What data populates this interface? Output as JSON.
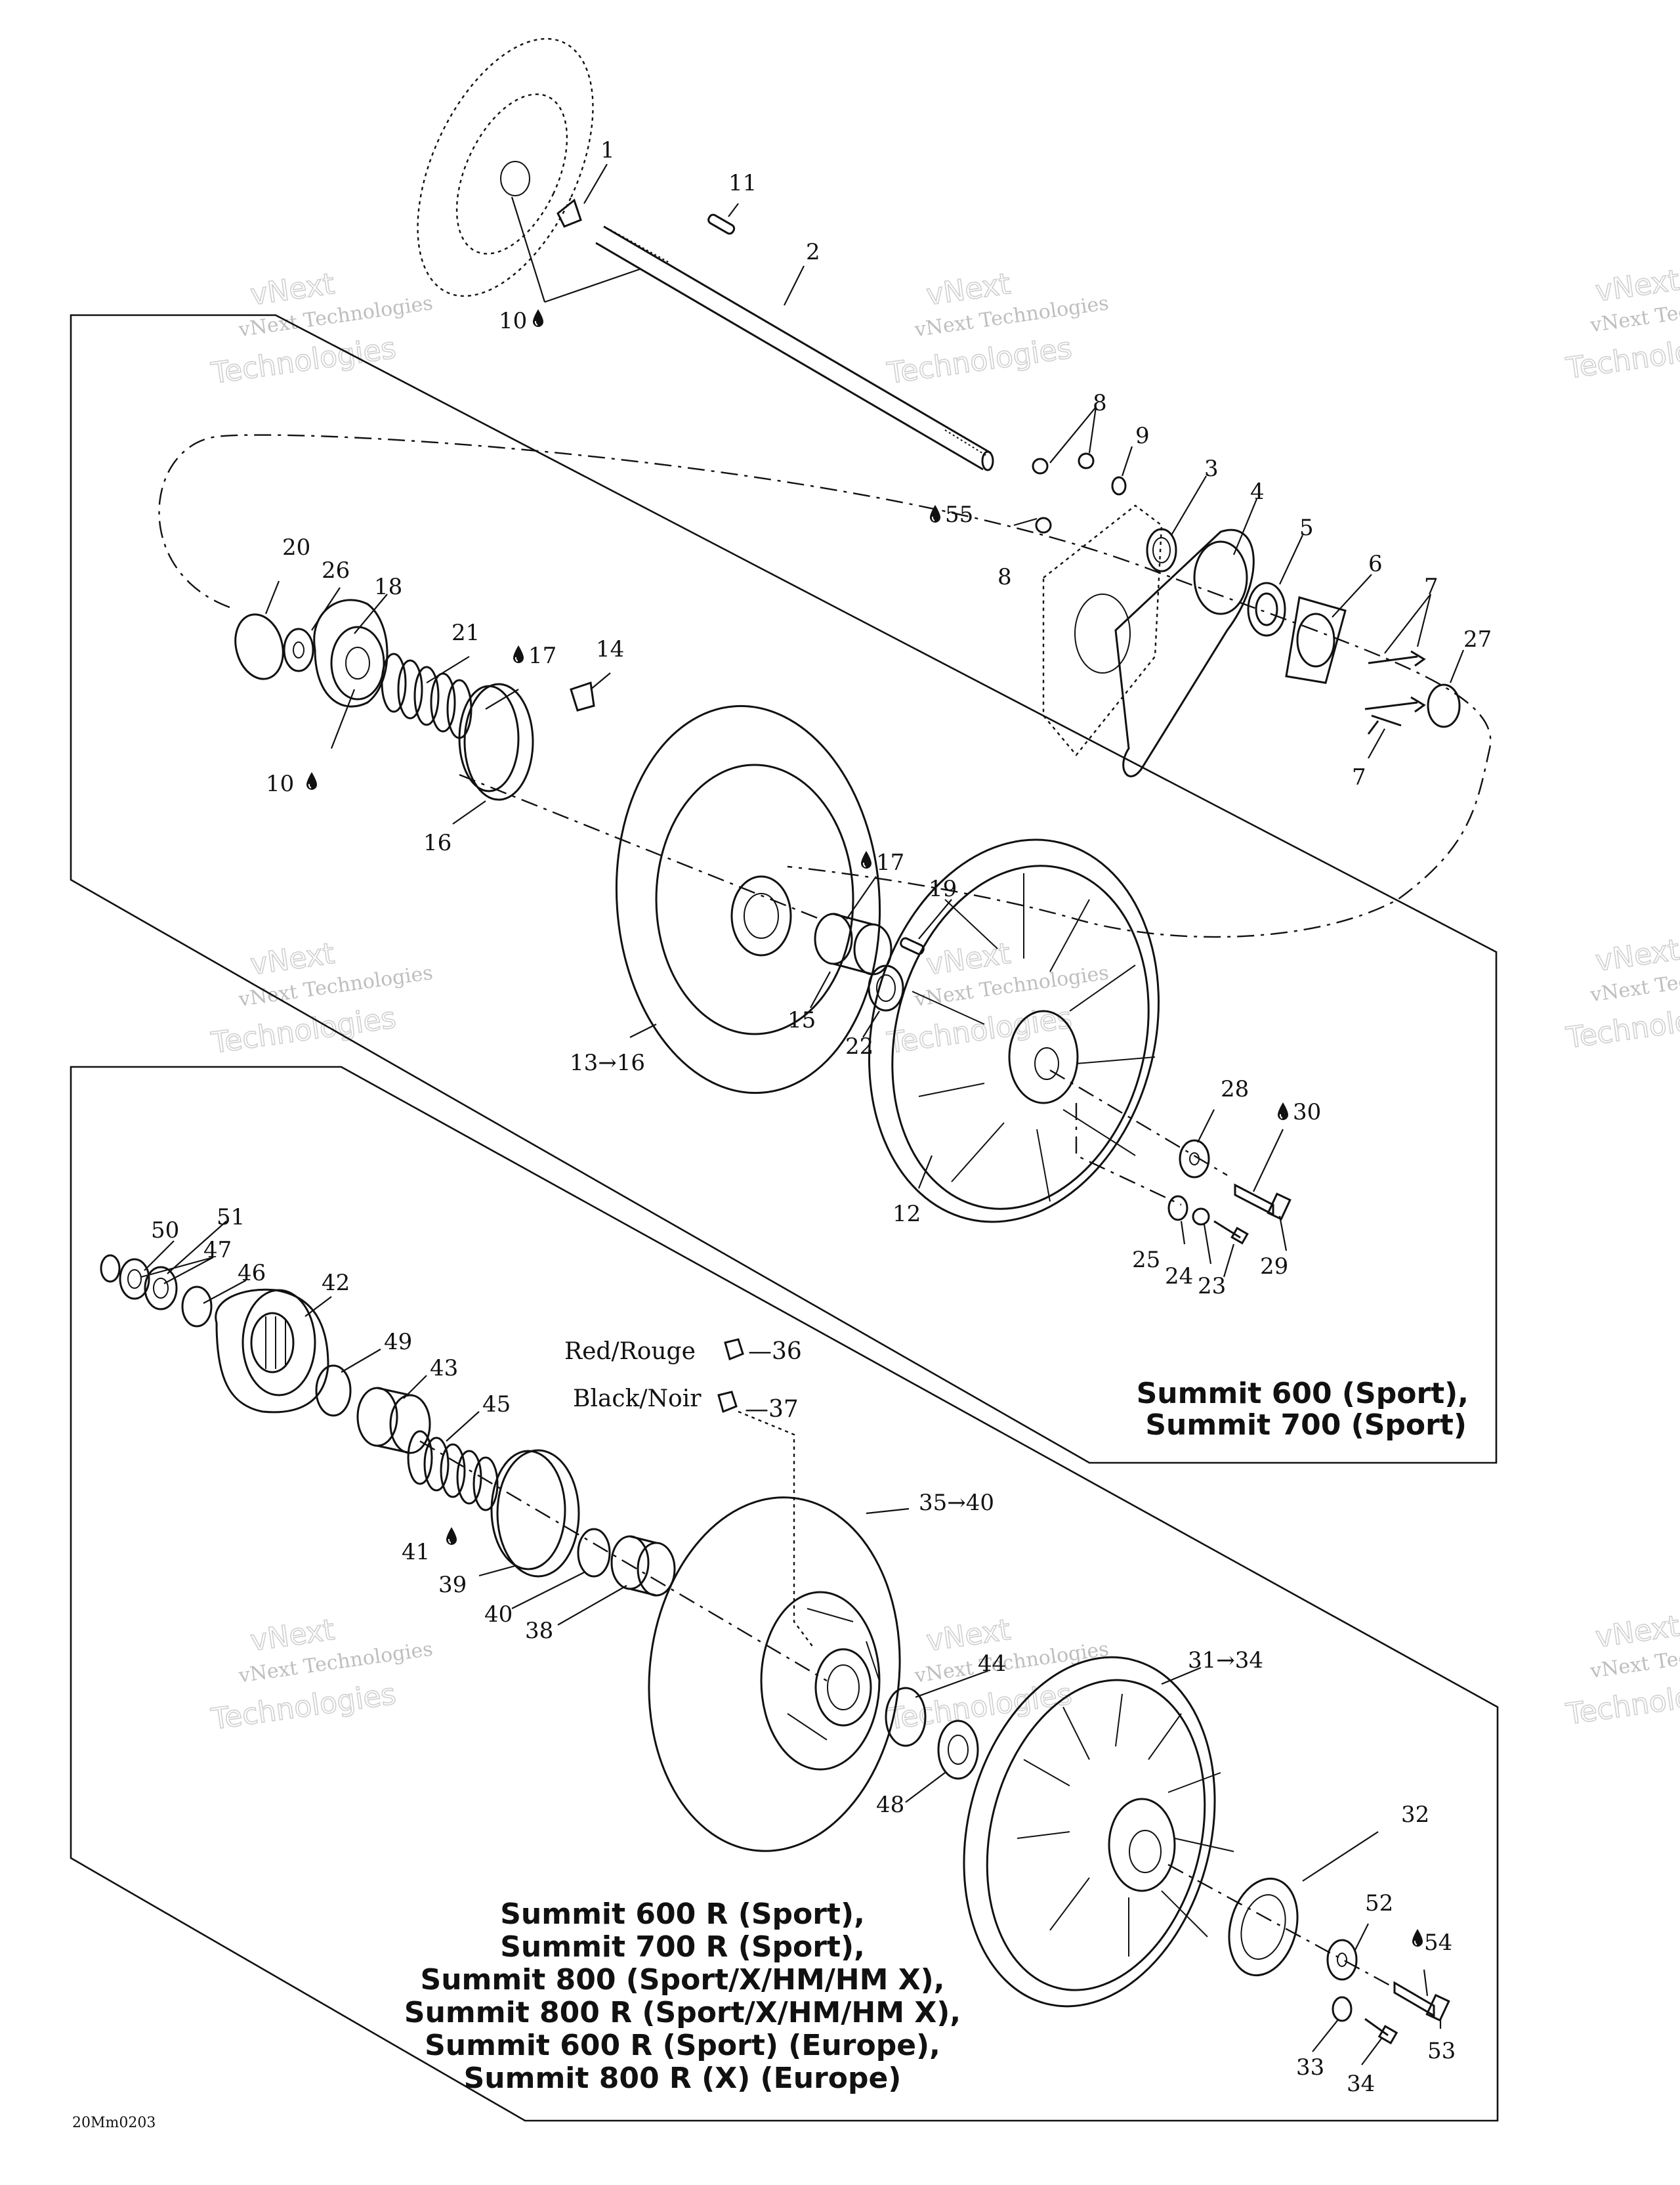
{
  "diagram": {
    "code": "20Mm0203",
    "watermark": {
      "line1": "vNext",
      "line2": "vNext Technologies",
      "line3": "Technologies"
    },
    "upper_box_models": [
      "Summit 600 (Sport),",
      "Summit 700 (Sport)"
    ],
    "lower_box_models": [
      "Summit 600 R (Sport),",
      "Summit 700 R (Sport),",
      "Summit 800 (Sport/X/HM/HM X),",
      "Summit 800 R (Sport/X/HM/HM X),",
      "Summit 600 R (Sport) (Europe),",
      "Summit 800 R (X) (Europe)"
    ],
    "legend": {
      "red_label": "Red/Rouge",
      "red_ref": "—36",
      "black_label": "Black/Noir",
      "black_ref": "—37"
    },
    "drop_icon": "lubricant-drop-icon",
    "part_numbers": {
      "p1": "1",
      "p2": "2",
      "p3": "3",
      "p4": "4",
      "p5": "5",
      "p6": "6",
      "p7a": "7",
      "p7b": "7",
      "p8a": "8",
      "p8b": "8",
      "p9": "9",
      "p10a": "10",
      "p10b": "10",
      "p11": "11",
      "p12": "12",
      "p13": "13→16",
      "p14": "14",
      "p15": "15",
      "p16": "16",
      "p17a": "17",
      "p17b": "17",
      "p18": "18",
      "p19": "19",
      "p20": "20",
      "p21": "21",
      "p22": "22",
      "p23": "23",
      "p24": "24",
      "p25": "25",
      "p26": "26",
      "p27": "27",
      "p28": "28",
      "p29": "29",
      "p30": "30",
      "p31": "31→34",
      "p32": "32",
      "p33": "33",
      "p34": "34",
      "p35": "35→40",
      "p38": "38",
      "p39": "39",
      "p40": "40",
      "p41": "41",
      "p42": "42",
      "p43": "43",
      "p44": "44",
      "p45": "45",
      "p46": "46",
      "p47": "47",
      "p48": "48",
      "p49": "49",
      "p50": "50",
      "p51": "51",
      "p52": "52",
      "p53": "53",
      "p54": "54",
      "p55": "55"
    }
  }
}
